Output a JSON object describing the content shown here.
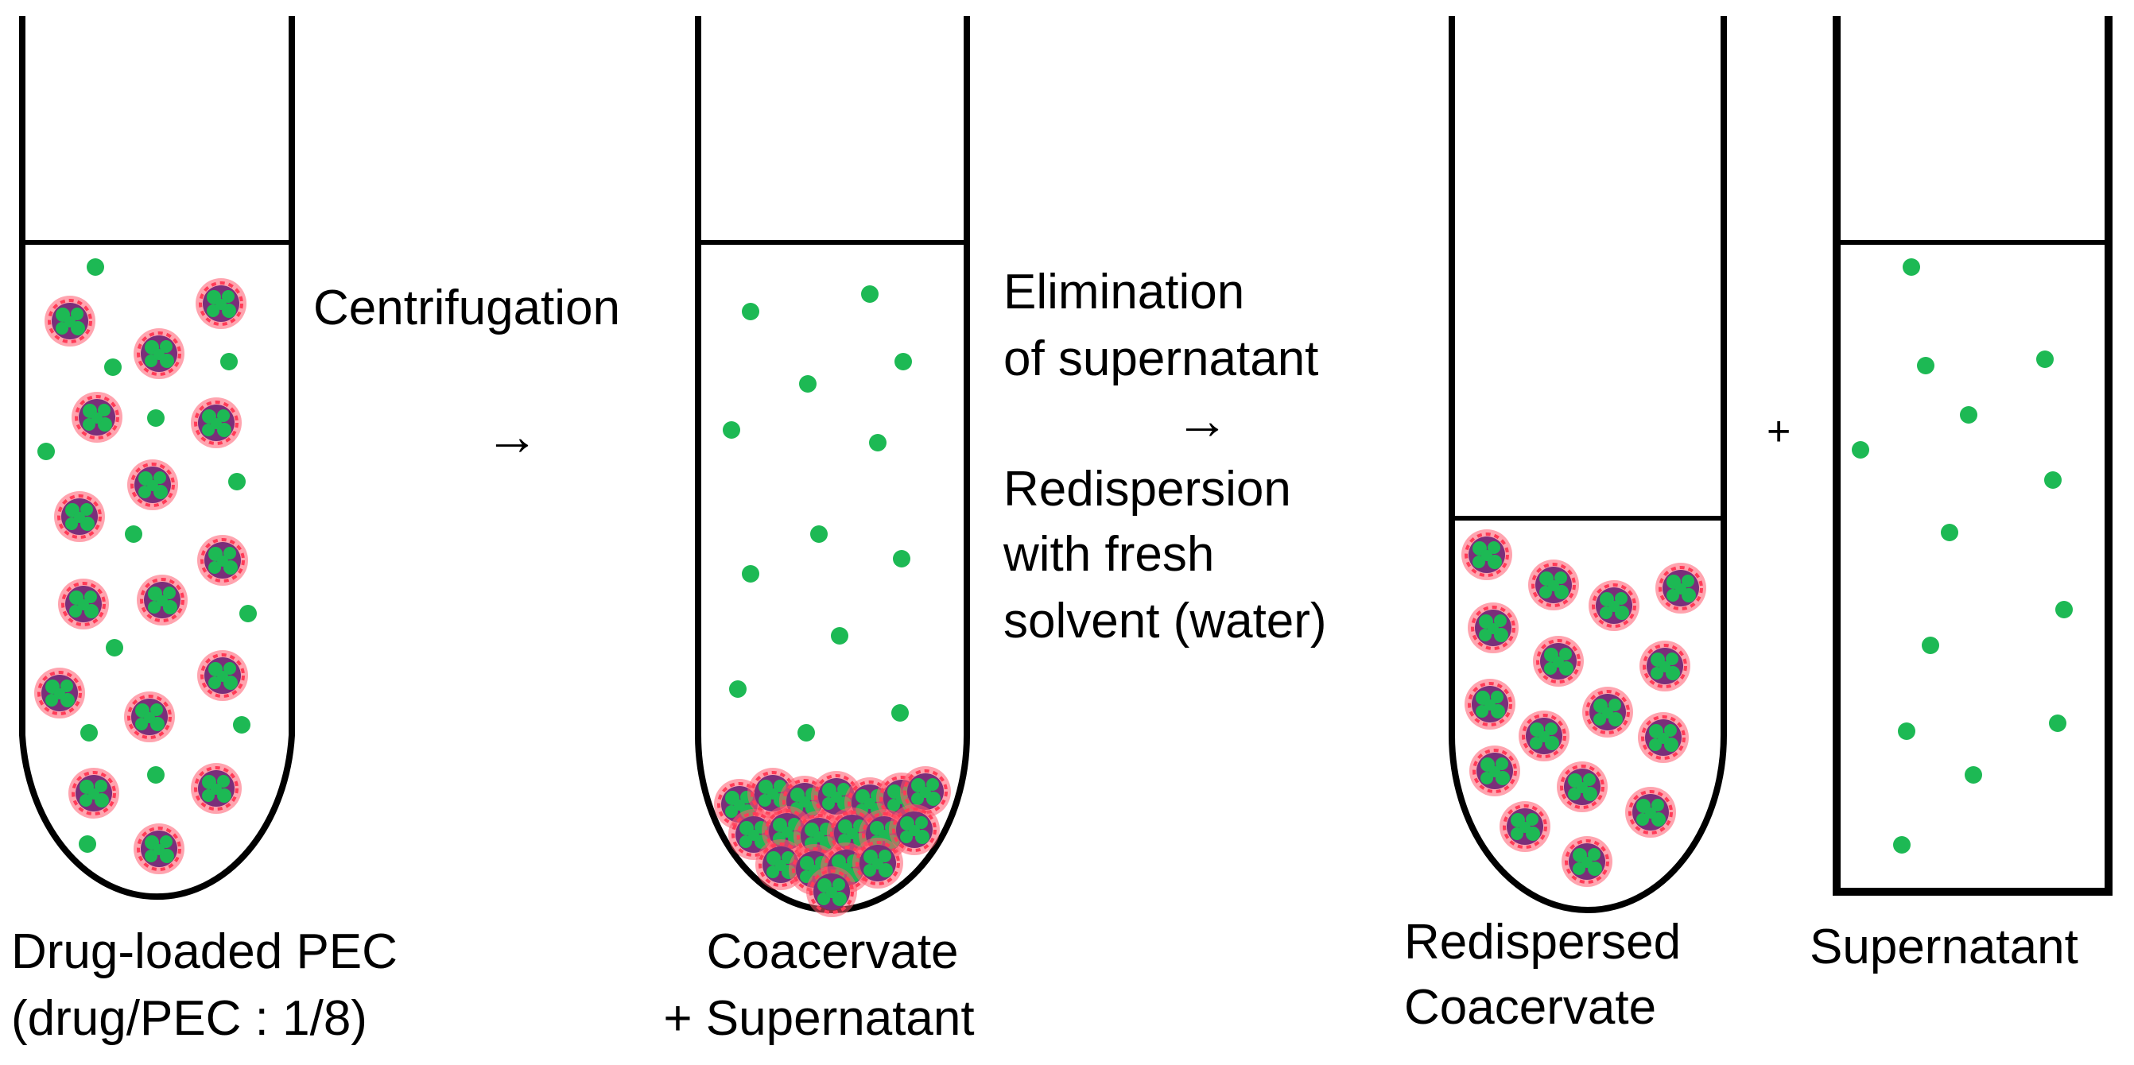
{
  "colors": {
    "outline": "#000000",
    "drug": "#1db954",
    "particle_core": "#7a2e7a",
    "particle_halo": "#ff5a6e"
  },
  "labels": {
    "tube1_caption_line1": "Drug-loaded PEC",
    "tube1_caption_line2": "(drug/PEC : 1/8)",
    "step1": "Centrifugation",
    "arrow1": "→",
    "tube2_caption_line1": "Coacervate",
    "tube2_caption_line2": "+ Supernatant",
    "step2_line1": "Elimination",
    "step2_line2": "of supernatant",
    "arrow2": "→",
    "step3_line1": "Redispersion",
    "step3_line2": "with fresh",
    "step3_line3": "solvent (water)",
    "plus": "+",
    "tube3_caption_line1": "Redispersed",
    "tube3_caption_line2": "Coacervate",
    "tube4_caption": "Supernatant"
  },
  "icons": {
    "arrow": "right-arrow-icon",
    "plus": "plus-icon",
    "drug": "drug-dot-icon",
    "particle": "pec-particle-icon"
  }
}
